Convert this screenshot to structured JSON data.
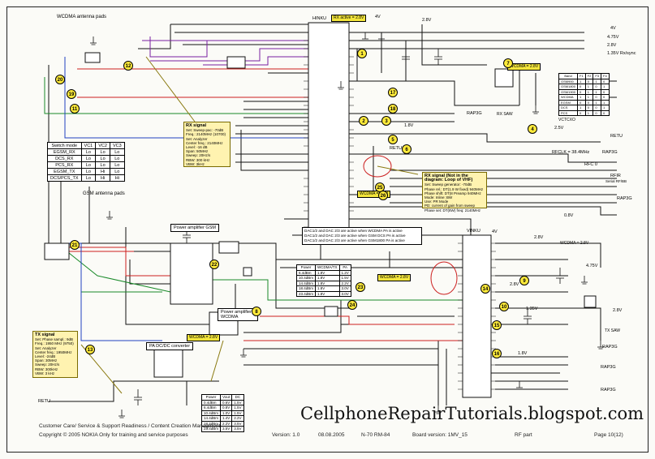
{
  "antenna": {
    "wcdma": "WCDMA antenna pads",
    "gsm": "GSM antenna pads"
  },
  "switch_table": {
    "headers": [
      "Switch mode",
      "VC1",
      "VC2",
      "VC3"
    ],
    "rows": [
      [
        "EGSM_RX",
        "Lo",
        "Lo",
        "Lo"
      ],
      [
        "DCS_RX",
        "Lo",
        "Lo",
        "Lo"
      ],
      [
        "PCS_RX",
        "Lo",
        "Lo",
        "Lo"
      ],
      [
        "EGSM_TX",
        "Lo",
        "Hi",
        "Lo"
      ],
      [
        "DCS/PCS_TX",
        "Lo",
        "Hi",
        "Hi"
      ]
    ]
  },
  "blocks": {
    "hinku": "HINKU",
    "vinku": "VINKU",
    "pa_gsm": "Power amplifier GSM",
    "pa_wcdma": "Power amplifier WCDMA",
    "padc": "PA DC/DC converter",
    "rx_saw": "RX SAW",
    "tx_saw": "TX SAW",
    "vctcxo": "VCTCXO"
  },
  "notes": {
    "rx_active": "RX active = 2.8V",
    "wcdma_28_a": "WCDMA = 2.8V",
    "wcdma_28_b": "WCDMA = 2.8V",
    "wcdma_28_c": "WCDMA = 2.8V",
    "wcdma_28_d": "WCDMA = 2.8V",
    "wcdma_28_e": "WCDMA = 2.8V",
    "dac_1": "DAC1/2  and  DAC 2/3  are active when WCDMA PA is active",
    "dac_2": "DAC1/2  and  DAC 2/3  are active when GSM DCS PA is active",
    "dac_3": "DAC1/2  and  DAC 2/3  are active when GSM1800 PA is active",
    "rfconv": "RFCLK = 38.4MHz",
    "rfc_sub": "RFC 0",
    "rfir": "RFIR",
    "rfir_sub": "Serial RF/BB"
  },
  "rx_signal_1": {
    "title": "RX signal",
    "lines": [
      "Set: Sweep-pac: -70dB",
      "Freq.: 2140MHz (10700)",
      "Set: Analyzer",
      "Center freq.: 2140MHz",
      "Level: -16 dB",
      "Span: 50MHz",
      "Sweep: 20Hz/s",
      "RBW: 300 kHz",
      "VBW: 3kHz"
    ]
  },
  "rx_signal_2": {
    "title": "RX signal (Not in the diagram: Loop of VHF)",
    "lines": [
      "Set: Sweep generator: -70dB",
      "Phase rel.: DT(1.9 W fixed) 940MHz",
      "Phase shift: DT(8 Preamp 940MHz",
      "Mode: Inline: BW",
      "Use: PR Mode",
      "PD: current of gain from sweep",
      "Phase set: DT(8W) freq: 2140MHz"
    ]
  },
  "tx_signal": {
    "title": "TX signal",
    "lines": [
      "Set: Phase sampl.: 9dB",
      "Freq.: 1950 MHz (9750)",
      "Set: Analyzer",
      "Center freq.: 1950MHz",
      "Level: -24dB",
      "Span: 30MHz",
      "Sweep: 20Hz/s",
      "RBW: 300kHz",
      "VBW: 3 kHz"
    ]
  },
  "power_table": {
    "headers": [
      "Power",
      "WCDMA/TX",
      "PA"
    ],
    "rows": [
      [
        "6.4dBm",
        "1.8V",
        "1.2V"
      ],
      [
        "10.4dBm",
        "1.8V",
        "1.5V"
      ],
      [
        "14.4dBm",
        "1.8V",
        "2.2V"
      ],
      [
        "18.4dBm",
        "1.8V",
        "3.0V"
      ],
      [
        "23.4dBm",
        "1.8V",
        "3.0V"
      ]
    ]
  },
  "conv_table": {
    "headers": [
      "Power",
      "Vout",
      "DC"
    ],
    "rows": [
      [
        "0.4dBm",
        "0.6V",
        "1.5V"
      ],
      [
        "6.4dBm",
        "0.8V",
        "1.5V"
      ],
      [
        "10.4dBm",
        "1.0V",
        "1.5V"
      ],
      [
        "14.4dBm",
        "1.4V",
        "2.2V"
      ],
      [
        "18.4dBm",
        "2.2V",
        "3.5V"
      ],
      [
        "23.4dBm",
        "3.5V",
        "3.5V"
      ]
    ]
  },
  "band_table": {
    "headers": [
      "Band",
      "F1",
      "F2",
      "F3",
      "F4"
    ],
    "rows": [
      [
        "GSM900",
        "1",
        "0",
        "1",
        "0"
      ],
      [
        "GSM1800",
        "0",
        "1",
        "0",
        "1"
      ],
      [
        "GSM1900",
        "0",
        "1",
        "1",
        "0"
      ],
      [
        "WCDMA",
        "1",
        "1",
        "0",
        "0"
      ],
      [
        "EGSM",
        "0",
        "0",
        "1",
        "1"
      ],
      [
        "DCS",
        "1",
        "0",
        "0",
        "1"
      ],
      [
        "PCS",
        "0",
        "1",
        "0",
        "0"
      ]
    ]
  },
  "rails": {
    "v1": "4V",
    "v2": "4.75V",
    "v3": "2.8V",
    "v4": "1.35V  Rx/sync",
    "retu_1": "RETU",
    "rap3g_1": "RAP3G",
    "v_4v_b": "4V",
    "v_28_b": "2.8V",
    "v_475_b": "4.75V",
    "v_28_c": "2.8V",
    "v_135": "1.35V",
    "v_25v": "2.5V",
    "v_18v": "1.8V",
    "v_28_d": "2.8V",
    "v_08": "0.8V",
    "v_18_b": "1.8V",
    "retu_2": "RETU",
    "retu_3": "RETU",
    "rap3g_2": "RAP3G",
    "rap3g_3": "RAP3G",
    "rap3g_4": "RAP3G",
    "rap3g_5": "RAP3G",
    "rap3g_6": "RAP3G",
    "v_4v_top": "4V",
    "v_28_top": "2.8V"
  },
  "markers": [
    "20",
    "19",
    "11",
    "12",
    "17",
    "18",
    "7",
    "3",
    "5",
    "4",
    "6",
    "2",
    "25",
    "26",
    "21",
    "22",
    "23",
    "24",
    "14",
    "15",
    "16",
    "13",
    "1",
    "8",
    "9",
    "10"
  ],
  "watermark": "CellphoneRepairTutorials.blogspot.com",
  "footer": {
    "left1": "Customer Care/ Service & Support Readiness / Content Creation Managment",
    "left2": "Copyright © 2005 NOKIA   Only for training and service purposes",
    "version": "Version: 1.0",
    "date": "08.08.2005",
    "model": "N-70 RM-84",
    "board": "Board version: 1MV_15",
    "part": "RF part",
    "page": "Page 10(12)"
  },
  "colors": {
    "red": "#cc1f1f",
    "purple": "#7a1fa0",
    "green": "#1a8a2a",
    "blue": "#2040c0",
    "yellow_note": "#fff3b0",
    "badge": "#ffeb3b"
  }
}
